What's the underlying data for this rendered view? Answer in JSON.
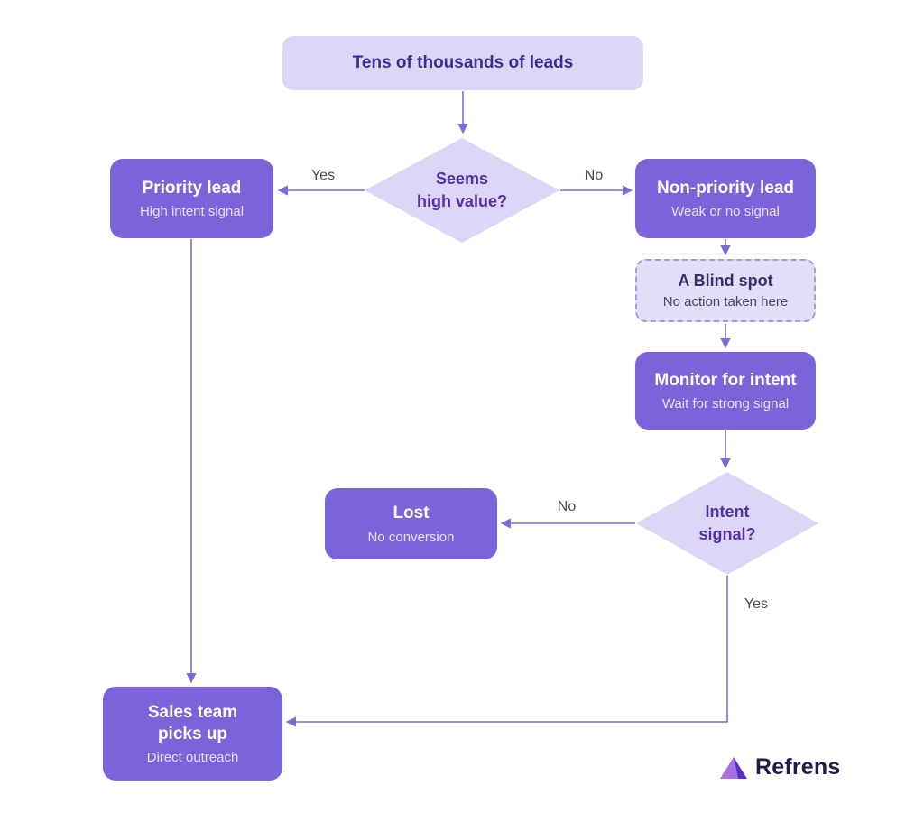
{
  "nodes": {
    "leads": {
      "label": "Tens of thousands of leads"
    },
    "decision_high_value": {
      "line1": "Seems",
      "line2": "high value?"
    },
    "priority": {
      "title": "Priority lead",
      "subtitle": "High intent signal"
    },
    "non_priority": {
      "title": "Non-priority lead",
      "subtitle": "Weak or no signal"
    },
    "blind_spot": {
      "title": "A Blind spot",
      "subtitle": "No action taken here"
    },
    "monitor": {
      "title": "Monitor for intent",
      "subtitle": "Wait for strong signal"
    },
    "decision_intent": {
      "line1": "Intent",
      "line2": "signal?"
    },
    "lost": {
      "title": "Lost",
      "subtitle": "No conversion"
    },
    "sales": {
      "title": "Sales team picks up",
      "subtitle": "Direct outreach"
    }
  },
  "edge_labels": {
    "high_value_yes": "Yes",
    "high_value_no": "No",
    "intent_no": "No",
    "intent_yes": "Yes"
  },
  "brand": {
    "name": "Refrens"
  },
  "colors": {
    "node_solid": "#7b64d9",
    "node_light": "#ddd6f6",
    "node_dashed_bg": "#e3ddf8",
    "arrow": "#7c6cd8",
    "text_dark_purple": "#43309c",
    "edge_label_text": "#4b475c",
    "brand_text": "#211a4d",
    "background": "#ffffff"
  }
}
